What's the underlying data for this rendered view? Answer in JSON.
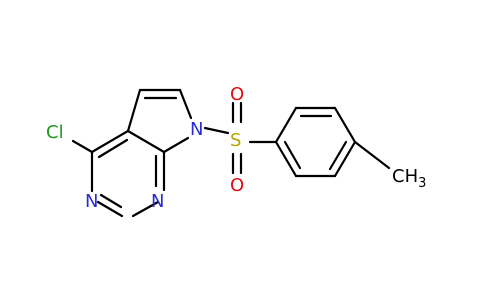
{
  "molecule": {
    "atoms": {
      "cl": "Cl",
      "n_pyrrole": "N",
      "n_ring_left": "N",
      "n_ring_bottom": "N",
      "s": "S",
      "o_top": "O",
      "o_bottom": "O",
      "methyl_main": "CH",
      "methyl_sub": "3"
    },
    "colors": {
      "bond": "#000000",
      "chlorine": "#1e9a1e",
      "nitrogen": "#2b2bd6",
      "sulfur": "#b8a400",
      "oxygen": "#e01010"
    }
  }
}
